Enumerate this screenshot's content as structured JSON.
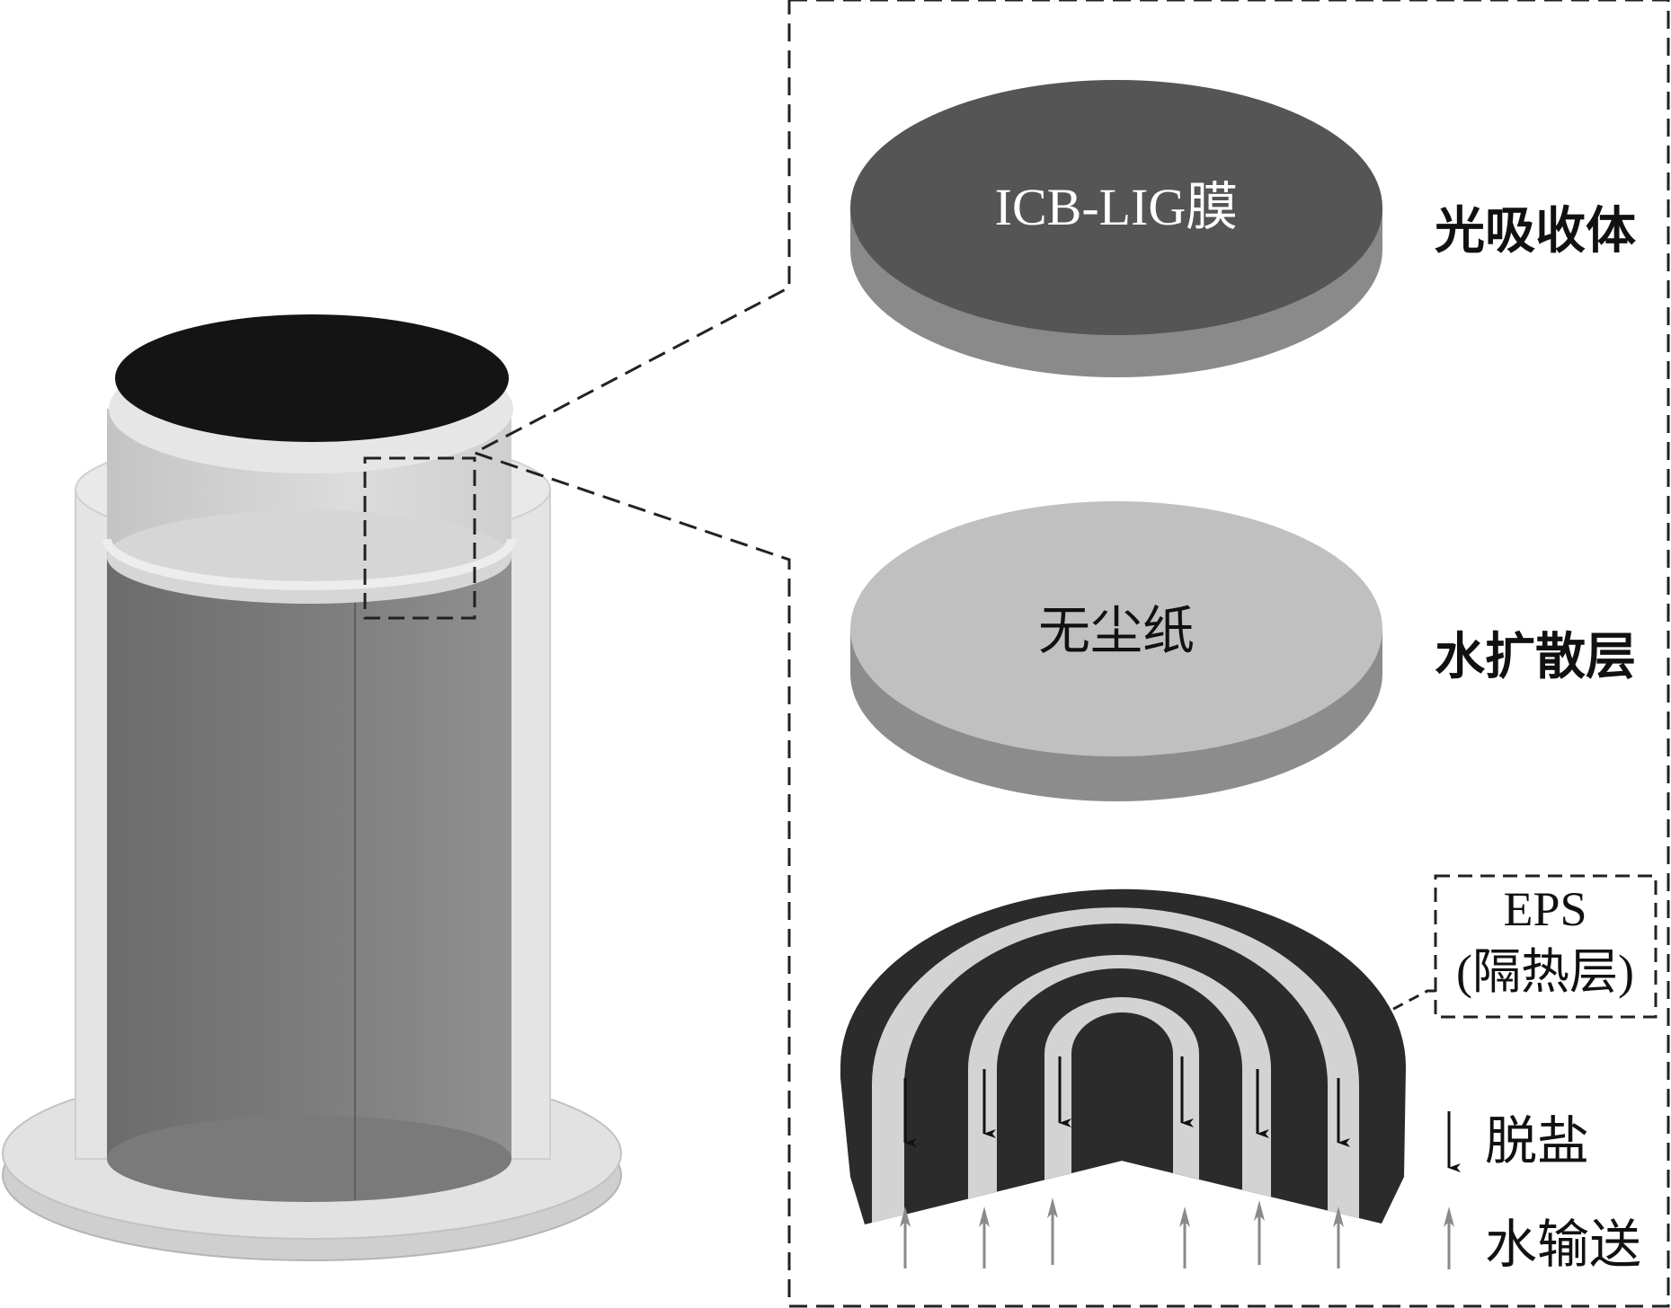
{
  "layers": {
    "absorber": {
      "name": "ICB-LIG膜",
      "role": "光吸收体"
    },
    "diffusion": {
      "name": "无尘纸",
      "role": "水扩散层"
    },
    "insulation": {
      "name": "EPS",
      "role": "(隔热层)"
    }
  },
  "legend": {
    "desalination": "脱盐",
    "water_transport": "水输送"
  },
  "colors": {
    "absorber_top": "#555555",
    "absorber_side": "#8a8a8a",
    "paper_top": "#c0c0c0",
    "paper_side": "#8c8c8c",
    "eps_dark": "#2b2b2b",
    "eps_channel": "#d3d3d3",
    "desalination_arrow": "#111111",
    "water_arrow": "#8a8a8a"
  }
}
